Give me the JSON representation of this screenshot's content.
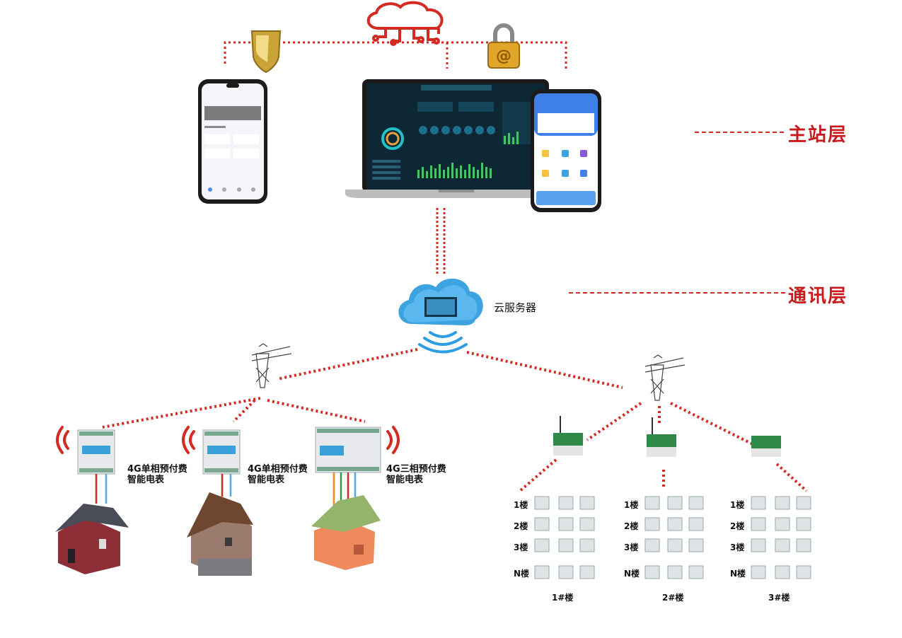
{
  "layers": {
    "master": "主站层",
    "comm": "通讯层"
  },
  "cloud_server_label": "云服务器",
  "meters": [
    {
      "line1": "4G单相预付费",
      "line2": "智能电表"
    },
    {
      "line1": "4G单相预付费",
      "line2": "智能电表"
    },
    {
      "line1": "4G三相预付费",
      "line2": "智能电表"
    }
  ],
  "floors": [
    "1楼",
    "2楼",
    "3楼",
    "N楼"
  ],
  "buildings": [
    "1#楼",
    "2#楼",
    "3#楼"
  ],
  "colors": {
    "accent_red": "#c8191c",
    "dashed_red": "#d42a22",
    "cloud_blue": "#3ba3e0"
  }
}
